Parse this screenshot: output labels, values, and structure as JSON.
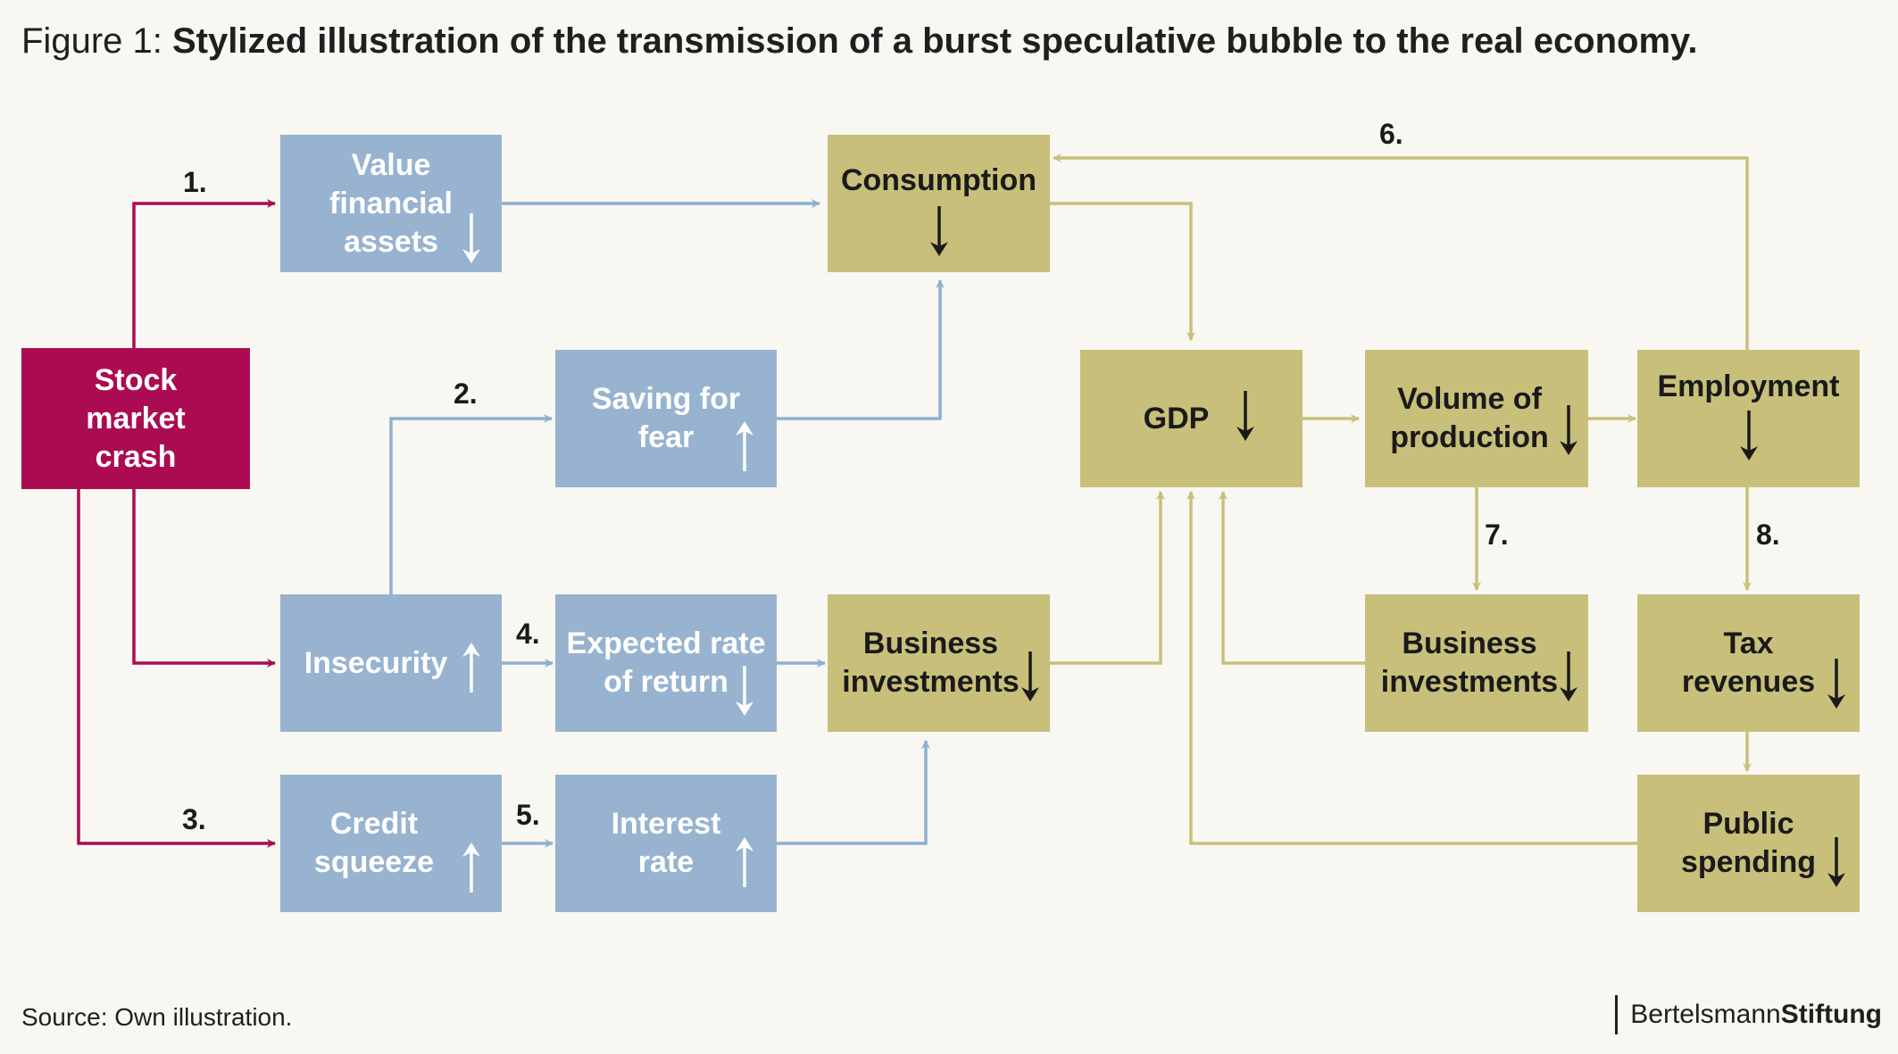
{
  "title": {
    "prefix": "Figure 1:",
    "text": "Stylized illustration of the transmission of a burst speculative bubble to the real economy."
  },
  "colors": {
    "blue_box": "#97b3d0",
    "gold_box": "#c8bf7a",
    "red_box": "#ab0c51",
    "blue_arrow": "#8fb0d0",
    "gold_arrow": "#c9c07b",
    "red_arrow": "#ab0c51",
    "background": "#f8f7f2"
  },
  "nodes": {
    "stock_crash": {
      "lines": [
        "Stock",
        "market",
        "crash"
      ]
    },
    "value_assets": {
      "lines": [
        "Value",
        "financial",
        "assets"
      ],
      "trend": "down"
    },
    "saving_fear": {
      "lines": [
        "Saving for",
        "fear"
      ],
      "trend": "up"
    },
    "insecurity": {
      "lines": [
        "Insecurity"
      ],
      "trend": "up"
    },
    "credit_squeeze": {
      "lines": [
        "Credit",
        "squeeze"
      ],
      "trend": "up"
    },
    "expected_return": {
      "lines": [
        "Expected rate",
        "of return"
      ],
      "trend": "down"
    },
    "interest_rate": {
      "lines": [
        "Interest",
        "rate"
      ],
      "trend": "up"
    },
    "consumption": {
      "lines": [
        "Consumption"
      ],
      "trend": "down"
    },
    "business_invest_1": {
      "lines": [
        "Business",
        "investments"
      ],
      "trend": "down"
    },
    "gdp": {
      "lines": [
        "GDP"
      ],
      "trend": "down"
    },
    "volume_production": {
      "lines": [
        "Volume of",
        "production"
      ],
      "trend": "down"
    },
    "employment": {
      "lines": [
        "Employment"
      ],
      "trend": "down"
    },
    "business_invest_2": {
      "lines": [
        "Business",
        "investments"
      ],
      "trend": "down"
    },
    "tax_revenues": {
      "lines": [
        "Tax",
        "revenues"
      ],
      "trend": "down"
    },
    "public_spending": {
      "lines": [
        "Public",
        "spending"
      ],
      "trend": "down"
    }
  },
  "step_labels": [
    "1.",
    "2.",
    "3.",
    "4.",
    "5.",
    "6.",
    "7.",
    "8."
  ],
  "source": "Source: Own illustration.",
  "logo": {
    "part1": "Bertelsmann",
    "part2": "Stiftung"
  }
}
